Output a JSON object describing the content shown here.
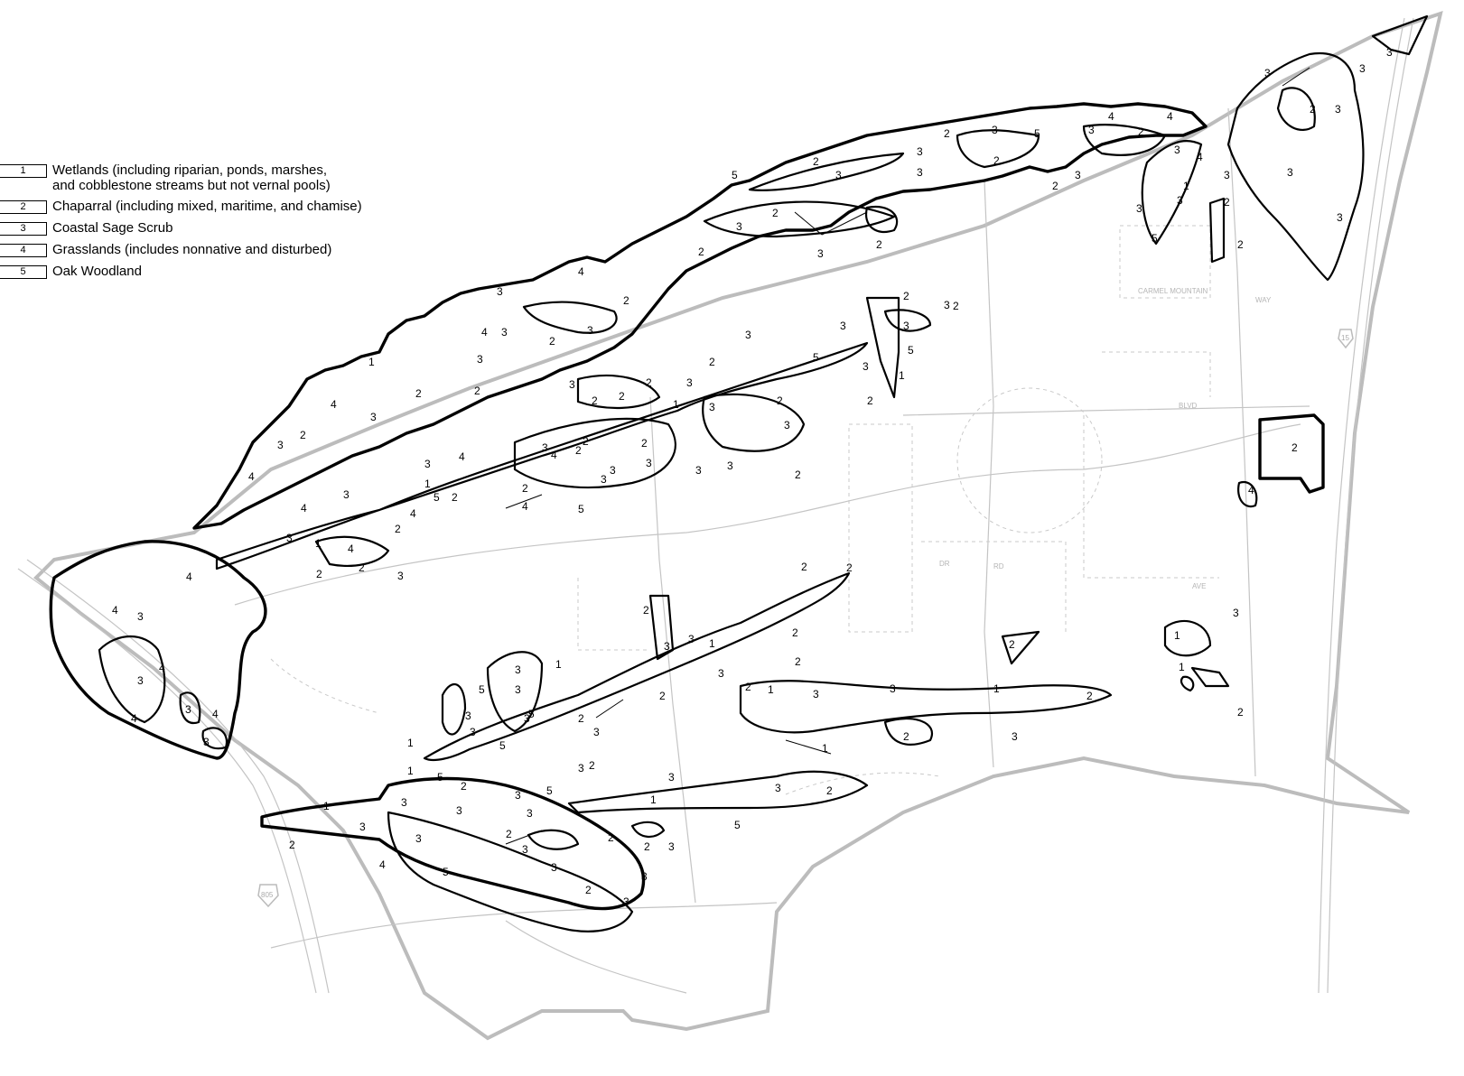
{
  "legend": {
    "items": [
      {
        "code": "1",
        "label": "Wetlands (including riparian, ponds, marshes,",
        "label2": "and cobblestone streams but not vernal pools)"
      },
      {
        "code": "2",
        "label": "Chaparral (including mixed, maritime, and chamise)",
        "label2": ""
      },
      {
        "code": "3",
        "label": "Coastal Sage Scrub",
        "label2": ""
      },
      {
        "code": "4",
        "label": "Grasslands (includes nonnative and disturbed)",
        "label2": ""
      },
      {
        "code": "5",
        "label": "Oak Woodland",
        "label2": ""
      }
    ]
  },
  "colors": {
    "habitat_outline": "#000000",
    "roads": "#c4c4c4",
    "boundary": "#bcbcbc"
  },
  "shields": {
    "north_east": "15",
    "south_west": "805"
  },
  "street_labels": {
    "carmel_mountain": "CARMEL MOUNTAIN",
    "blvd": "BLVD",
    "way": "WAY",
    "dr": "DR",
    "ave": "AVE",
    "rd": "RD"
  }
}
